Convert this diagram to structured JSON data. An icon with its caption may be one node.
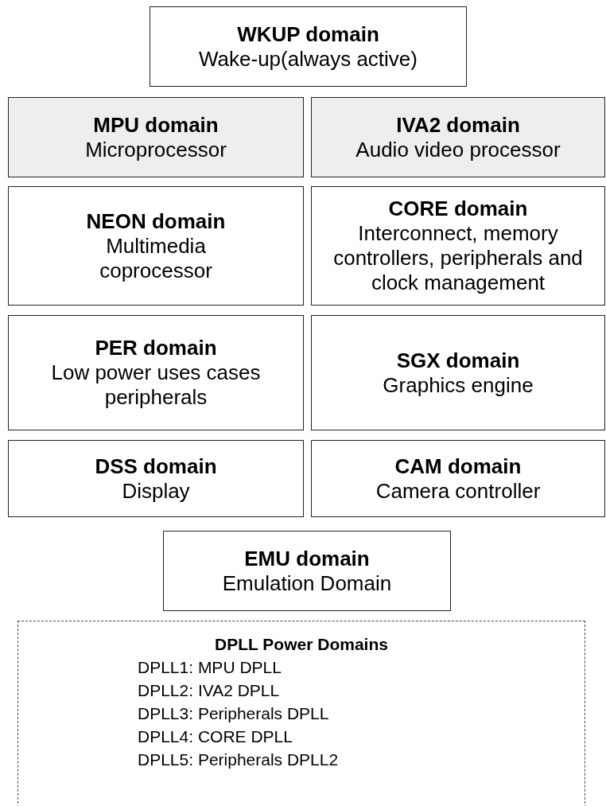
{
  "diagram": {
    "nodes": [
      {
        "text": [
          "WKUP domain",
          "Wake-up(always active)"
        ]
      },
      {
        "text": [
          "MPU domain",
          "Microprocessor"
        ]
      },
      {
        "text": [
          "IVA2 domain",
          "Audio video processor"
        ]
      },
      {
        "text": [
          "NEON domain",
          "Multimedia coprocessor"
        ]
      },
      {
        "text": [
          "CORE domain",
          "Interconnect, memory controllers, peripherals and clock management"
        ]
      },
      {
        "text": [
          "PER domain",
          "Low power uses cases peripherals"
        ]
      },
      {
        "text": [
          "SGX domain",
          "Graphics engine"
        ]
      },
      {
        "text": [
          "DSS domain",
          "Display"
        ]
      },
      {
        "text": [
          "CAM domain",
          "Camera controller"
        ]
      },
      {
        "text": [
          "EMU domain",
          "Emulation Domain"
        ]
      },
      {
        "text": [
          "DPLL Power Domains",
          "DPLL1: MPU DPLL",
          "DPLL2: IVA2 DPLL",
          "DPLL3: Peripherals DPLL",
          "DPLL4: CORE DPLL",
          "DPLL5: Peripherals DPLL2"
        ]
      }
    ]
  }
}
